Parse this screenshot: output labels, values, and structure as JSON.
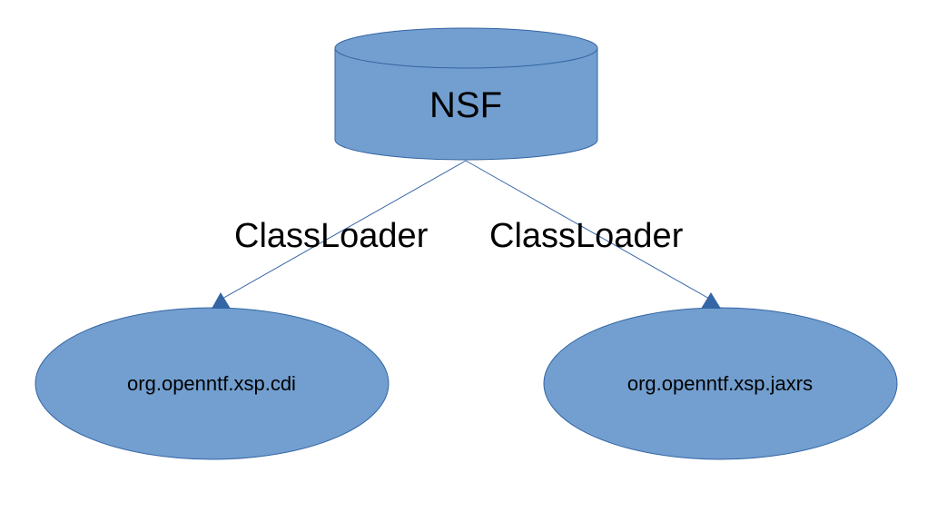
{
  "diagram": {
    "nodes": [
      {
        "id": "nsf",
        "label": "NSF",
        "shape": "cylinder"
      },
      {
        "id": "cdi",
        "label": "org.openntf.xsp.cdi",
        "shape": "ellipse"
      },
      {
        "id": "jaxrs",
        "label": "org.openntf.xsp.jaxrs",
        "shape": "ellipse"
      }
    ],
    "edges": [
      {
        "from": "nsf",
        "to": "cdi",
        "label": "ClassLoader"
      },
      {
        "from": "nsf",
        "to": "jaxrs",
        "label": "ClassLoader"
      }
    ],
    "colors": {
      "fill": "#729fcf",
      "stroke": "#3465a4",
      "text": "#000000"
    }
  }
}
